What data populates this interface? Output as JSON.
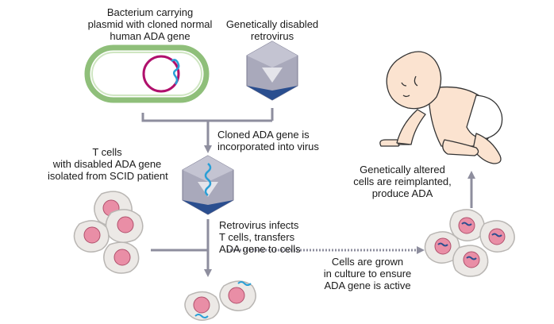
{
  "labels": {
    "bacterium": [
      "Bacterium carrying",
      "plasmid with cloned normal",
      "human ADA gene"
    ],
    "retrovirus": [
      "Genetically disabled",
      "retrovirus"
    ],
    "incorporated": [
      "Cloned ADA gene is",
      "incorporated into virus"
    ],
    "tcells": [
      "T cells",
      "with disabled ADA gene",
      "isolated from SCID patient"
    ],
    "infects": [
      "Retrovirus infects",
      "T cells, transfers",
      "ADA gene to cells"
    ],
    "grown": [
      "Cells are grown",
      "in culture to ensure",
      "ADA gene is active"
    ],
    "reimplanted": [
      "Genetically altered",
      "cells are reimplanted,",
      "produce ADA"
    ]
  },
  "colors": {
    "arrow": "#8e8e9e",
    "cell_fill": "#ece9e6",
    "cell_edge": "#b9b6b3",
    "nucleus": "#e98ea6",
    "gene": "#2a9fd6",
    "plasmid": "#b0106c",
    "bacterium_edge": "#8fbf7a",
    "virus_light": "#d8d8e0",
    "virus_mid": "#a9a9bb",
    "virus_dark": "#7a7a92",
    "virus_blue": "#2a4e8f",
    "skin": "#fbe3d0",
    "outline": "#333333"
  }
}
